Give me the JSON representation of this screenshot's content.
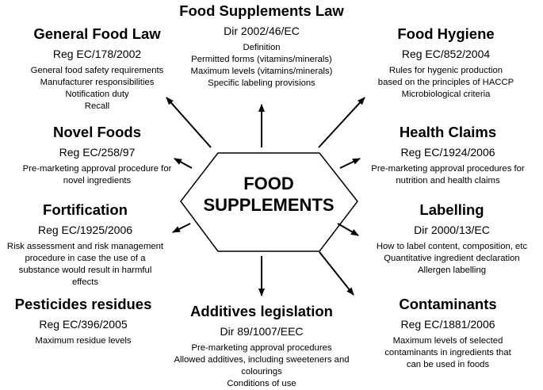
{
  "center": {
    "lines": [
      "FOOD",
      "SUPPLEMENTS"
    ]
  },
  "blocks": [
    {
      "id": "food-supplements-law",
      "title": "Food Supplements Law",
      "reg": "Dir 2002/46/EC",
      "details": [
        "Definition",
        "Permitted forms (vitamins/minerals)",
        "Maximum levels (vitamins/minerals)",
        "Specific labeling provisions"
      ]
    },
    {
      "id": "general-food-law",
      "title": "General Food Law",
      "reg": "Reg EC/178/2002",
      "details": [
        "General food safety requirements",
        "Manufacturer responsibilities",
        "Notification duty",
        "Recall"
      ]
    },
    {
      "id": "food-hygiene",
      "title": "Food Hygiene",
      "reg": "Reg EC/852/2004",
      "details": [
        "Rules for hygenic production",
        "based on the principles of HACCP",
        "Microbiological criteria"
      ]
    },
    {
      "id": "novel-foods",
      "title": "Novel Foods",
      "reg": "Reg EC/258/97",
      "details": [
        "Pre-marketing approval procedure for",
        "novel ingredients"
      ]
    },
    {
      "id": "health-claims",
      "title": "Health Claims",
      "reg": "Reg EC/1924/2006",
      "details": [
        "Pre-marketing approval procedures for",
        "nutrition and health claims"
      ]
    },
    {
      "id": "fortification",
      "title": "Fortification",
      "reg": "Reg EC/1925/2006",
      "details": [
        "Risk assessment and risk management",
        "procedure in case the use of a",
        "substance would result in harmful",
        "effects"
      ]
    },
    {
      "id": "labelling",
      "title": "Labelling",
      "reg": "Dir 2000/13/EC",
      "details": [
        "How to label content, composition, etc",
        "Quantitative ingredient declaration",
        "Allergen labelling"
      ]
    },
    {
      "id": "pesticides-residues",
      "title": "Pesticides residues",
      "reg": "Reg EC/396/2005",
      "details": [
        "Maximum residue levels"
      ]
    },
    {
      "id": "additives-legislation",
      "title": "Additives legislation",
      "reg": "Dir 89/1007/EEC",
      "details": [
        "Pre-marketing approval procedures",
        "Allowed additives, including sweeteners and",
        "colourings",
        "Conditions of use"
      ]
    },
    {
      "id": "contaminants",
      "title": "Contaminants",
      "reg": "Reg EC/1881/2006",
      "details": [
        "Maximum levels of selected",
        "contaminants in ingredients that",
        "can be used in foods"
      ]
    }
  ]
}
